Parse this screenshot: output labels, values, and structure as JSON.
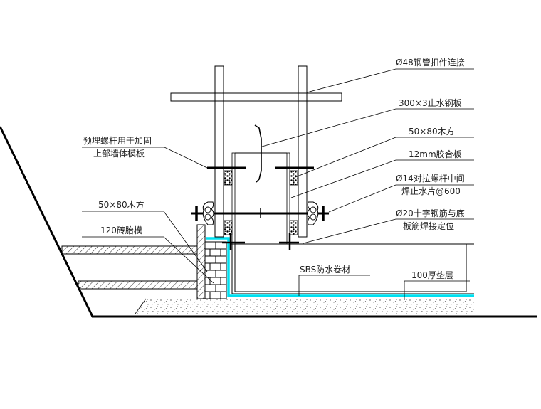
{
  "title": "Construction detail: wall formwork at foundation with waterproofing",
  "colors": {
    "line": "#000000",
    "waterproof": "#00e0f0",
    "text": "#222222"
  },
  "labels": {
    "steel_pipe": "Ø48钢管扣件连接",
    "water_stop_plate": "300×3止水钢板",
    "timber_right": "50×80木方",
    "plywood": "12mm胶合板",
    "tie_bolt_line1": "Ø14对拉螺杆中间",
    "tie_bolt_line2": "焊止水片@600",
    "rebar_line1": "Ø20十字钢筋与底",
    "rebar_line2": "板筋焊接定位",
    "embedded_bolt_line1": "预埋螺杆用于加固",
    "embedded_bolt_line2": "上部墙体模板",
    "timber_left": "50×80木方",
    "brick_mould": "120砖胎模",
    "sbs_membrane": "SBS防水卷材",
    "cushion": "100厚垫层"
  }
}
